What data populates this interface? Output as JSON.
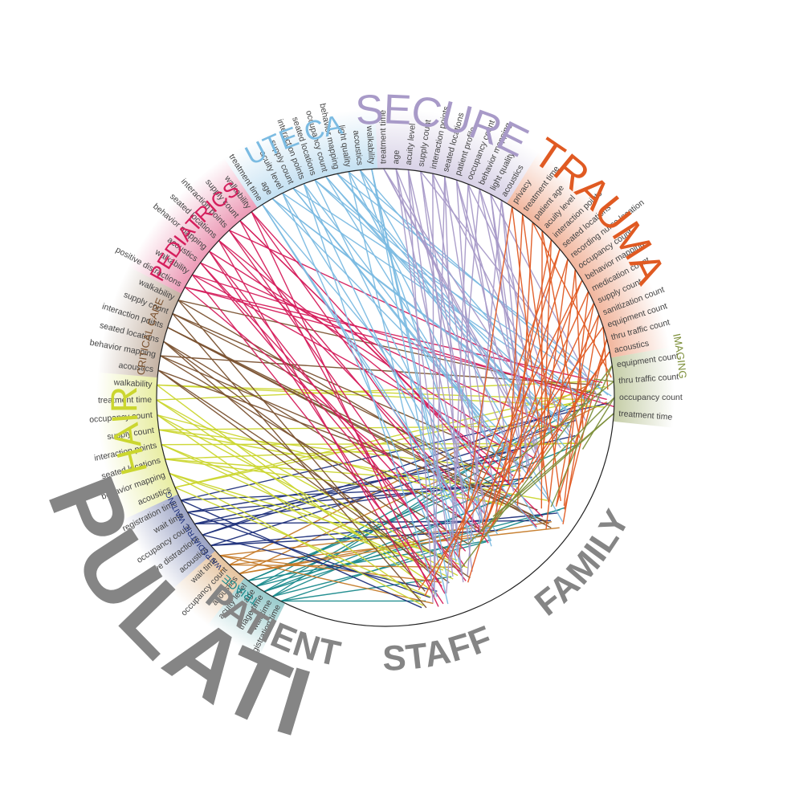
{
  "departments": [
    {
      "id": "triage",
      "label": "TRIAGE",
      "color": "#1a8a8c",
      "metrics": [
        "registration time",
        "wait time",
        "triage time",
        "age",
        "acuity level"
      ]
    },
    {
      "id": "adult_waiting",
      "label": "ADULT",
      "label2": "WAITING",
      "color": "#c57a28",
      "color2": "#1d2f7a",
      "metrics": [
        "acoustics",
        "occupancy count",
        "wait time"
      ]
    },
    {
      "id": "pediatric_waiting",
      "label": "PEDIATRIC WAITING",
      "color": "#1d2f7a",
      "metrics": [
        "acoustics",
        "positive distractions",
        "occupancy count",
        "wait time",
        "registration time"
      ]
    },
    {
      "id": "chairs",
      "label": "CHAIRS",
      "color": "#cbd62f",
      "metrics": [
        "acoustics",
        "behavior mapping",
        "seated locations",
        "interaction points",
        "supply count",
        "occupancy count",
        "treatment time",
        "walkability"
      ]
    },
    {
      "id": "critical_care",
      "label": "CRITICAL CARE",
      "color": "#7a5230",
      "metrics": [
        "acoustics",
        "behavior mapping",
        "seated locations",
        "interaction points",
        "supply count",
        "walkability"
      ]
    },
    {
      "id": "pediatrics",
      "label": "PEDIATRICS",
      "color": "#d51e5c",
      "metrics": [
        "positive distractions",
        "walkability",
        "acoustics",
        "behavior mapping",
        "seated locations",
        "interaction points",
        "supply count",
        "walkability"
      ]
    },
    {
      "id": "acute_care",
      "label": "ACUTE CARE",
      "color": "#7bbbe2",
      "metrics": [
        "treatment time",
        "age",
        "acuity level",
        "supply count",
        "interaction points",
        "seated locations",
        "occupancy count",
        "behavior mapping",
        "light quality",
        "acoustics",
        "walkability"
      ]
    },
    {
      "id": "secure",
      "label": "SECURE",
      "color": "#a89ac8",
      "metrics": [
        "treatment time",
        "age",
        "acuity level",
        "supply count",
        "interaction points",
        "seated locations",
        "patient profile",
        "occupancy count",
        "behavior mapping",
        "light quality",
        "acoustics"
      ]
    },
    {
      "id": "trauma",
      "label": "TRAUMA",
      "color": "#e05a22",
      "metrics": [
        "privacy",
        "treatment time",
        "patient age",
        "acuity level",
        "interaction points",
        "seated locations",
        "recording nurse location",
        "occupancy count",
        "behavior mapping",
        "medication count",
        "supply count",
        "sanitization count",
        "equipment count",
        "thru traffic count",
        "acoustics"
      ]
    },
    {
      "id": "imaging",
      "label": "IMAGING",
      "color": "#7d8f3a",
      "metrics": [
        "equipment count",
        "thru traffic count",
        "occupancy count",
        "treatment time"
      ]
    }
  ],
  "population": {
    "title": "POPULATION",
    "groups": [
      "PATIENT",
      "STAFF",
      "FAMILY"
    ]
  }
}
